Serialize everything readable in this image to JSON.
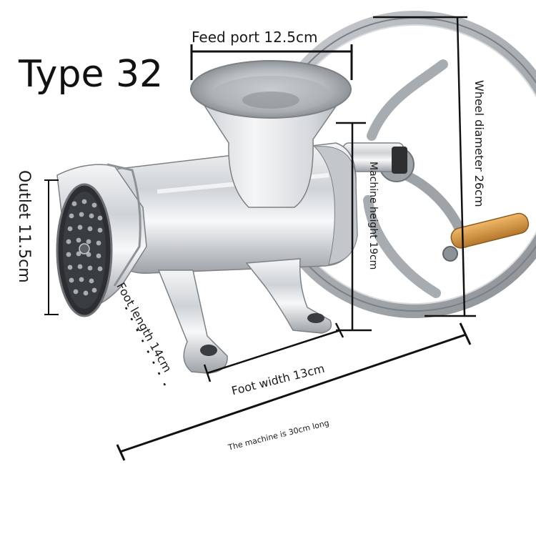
{
  "title": "Type 32",
  "dimensions": {
    "feed_port": "Feed port 12.5cm",
    "outlet": "Outlet 11.5cm",
    "machine_height": "Machine height 19cm",
    "wheel_diameter": "Wheel diameter 26cm",
    "foot_length": "Foot length 14cm",
    "foot_width": "Foot width 13cm",
    "machine_length": "The machine is 30cm long"
  },
  "colors": {
    "metal_light": "#e6e8ea",
    "metal_mid": "#b9bdc1",
    "metal_dark": "#7c8186",
    "handle": "#d89a4a",
    "line": "#111111"
  }
}
